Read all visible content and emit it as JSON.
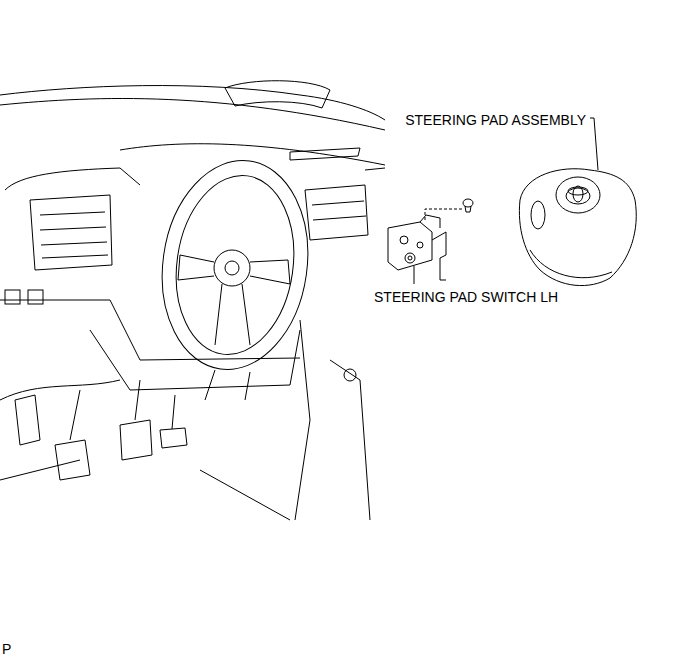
{
  "diagram": {
    "labels": [
      "STEERING PAD ASSEMBLY",
      "STEERING PAD SWITCH LH",
      "P"
    ]
  }
}
